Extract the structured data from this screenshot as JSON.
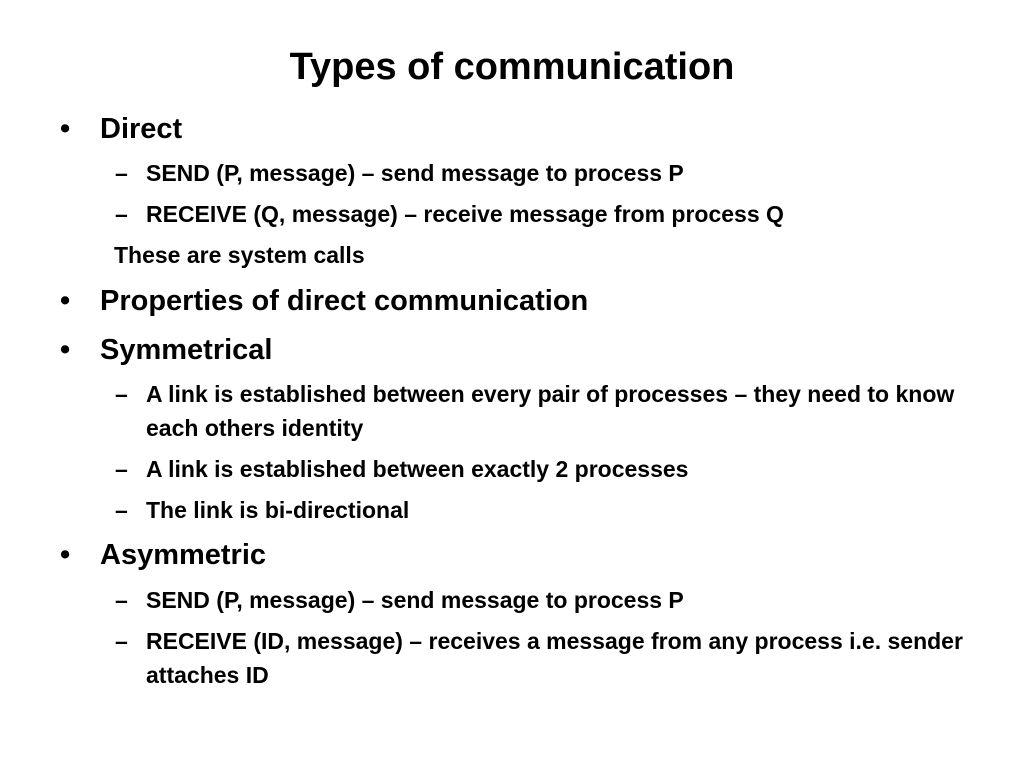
{
  "slide": {
    "title": "Types of communication",
    "bullet_glyph": "•",
    "dash_glyph": "–",
    "items": [
      {
        "level": 1,
        "text": "Direct"
      },
      {
        "level": 2,
        "text": "SEND (P, message) – send message to process P"
      },
      {
        "level": 2,
        "text": "RECEIVE (Q, message) – receive message from process Q"
      },
      {
        "level": 0,
        "text": "These are system calls"
      },
      {
        "level": 1,
        "text": "Properties of direct communication"
      },
      {
        "level": 1,
        "text": "Symmetrical"
      },
      {
        "level": 2,
        "text": "A link is established between every pair of processes – they need to know each others identity"
      },
      {
        "level": 2,
        "text": "A link is established between exactly 2 processes"
      },
      {
        "level": 2,
        "text": "The link is bi-directional"
      },
      {
        "level": 1,
        "text": "Asymmetric"
      },
      {
        "level": 2,
        "text": "SEND (P, message) – send message to process P"
      },
      {
        "level": 2,
        "text": "RECEIVE (ID, message) – receives a message from any process i.e. sender attaches ID"
      }
    ]
  }
}
